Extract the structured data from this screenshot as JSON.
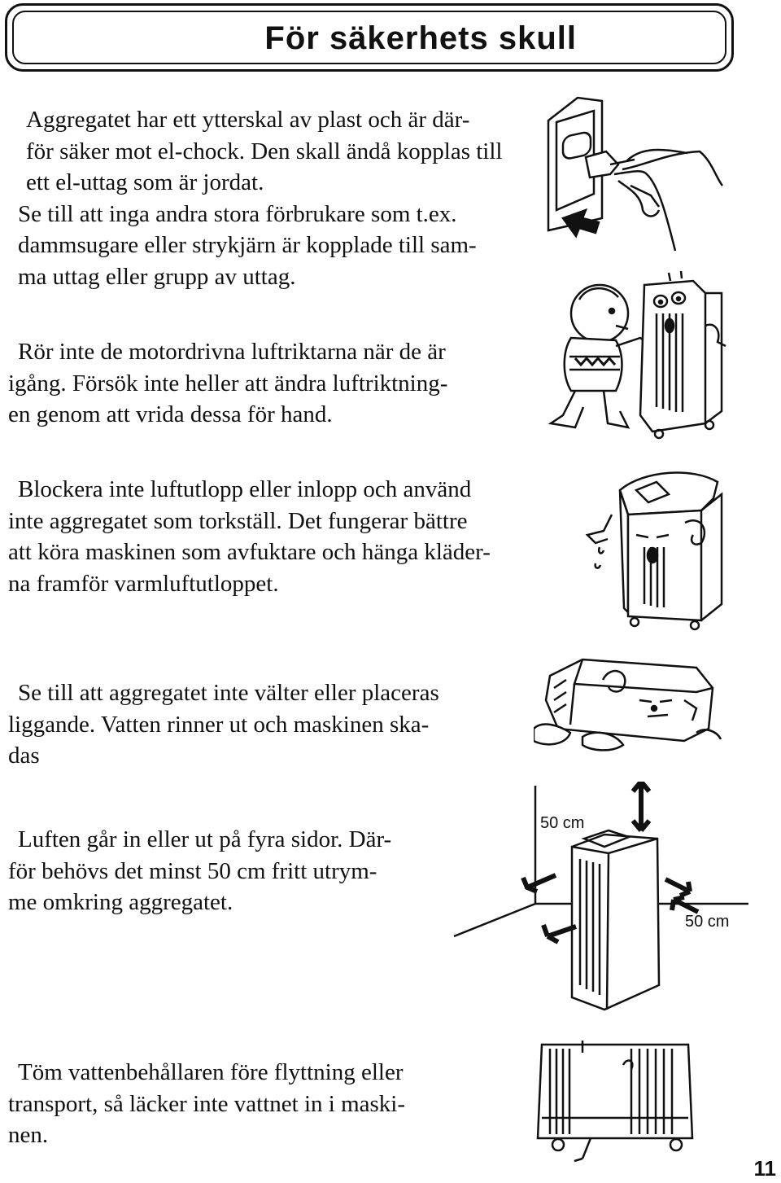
{
  "title": "För säkerhets skull",
  "page_number": "11",
  "sections": [
    {
      "lines": [
        "Aggregatet har ett ytterskal av plast och är där-",
        "för säker mot el-chock. Den skall ändå kopplas till",
        "ett el-uttag som är jordat.",
        "Se till att inga andra stora förbrukare som t.ex.",
        "dammsugare eller strykjärn är kopplade till sam-",
        "ma uttag eller grupp av uttag."
      ]
    },
    {
      "lines": [
        "Rör inte de motordrivna luftriktarna när de är",
        "igång. Försök inte heller att ändra luftriktning-",
        "en genom att vrida dessa för hand."
      ]
    },
    {
      "lines": [
        "Blockera inte luftutlopp eller inlopp och använd",
        "inte aggregatet som torkställ. Det fungerar bättre",
        "att köra maskinen som avfuktare och hänga kläder-",
        "na framför varmluftutloppet."
      ]
    },
    {
      "lines": [
        "Se till att aggregatet inte välter eller placeras",
        "liggande. Vatten rinner ut och maskinen ska-",
        "das"
      ]
    },
    {
      "lines": [
        "Luften går in eller ut på fyra sidor. Där-",
        "för behövs det minst 50 cm fritt utrym-",
        "me omkring aggregatet."
      ]
    },
    {
      "lines": [
        "Töm vattenbehållaren före flyttning eller",
        "transport, så läcker inte vattnet in i maski-",
        "nen."
      ]
    }
  ],
  "clearance": {
    "top_label": "50 cm",
    "side_label": "50 cm"
  }
}
